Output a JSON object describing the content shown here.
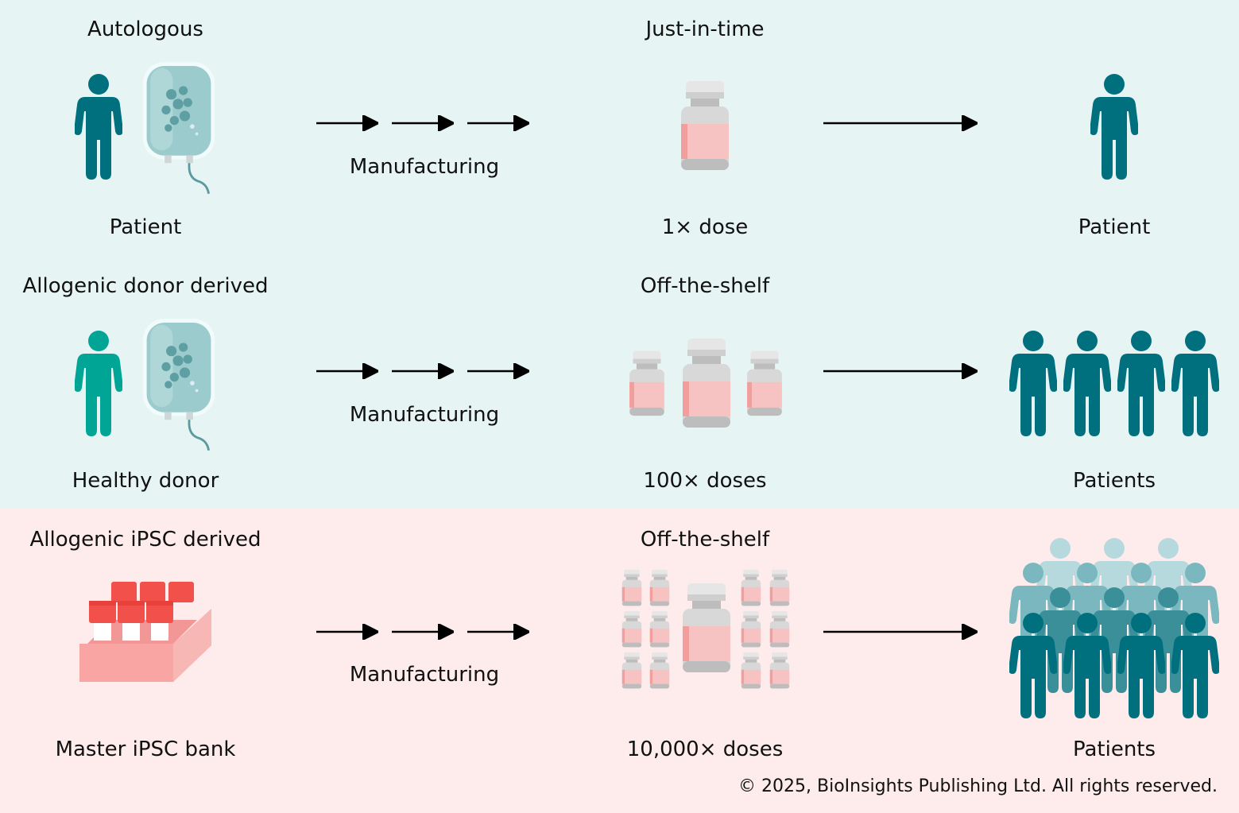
{
  "colors": {
    "band_top": "#e6f5f3",
    "band_bottom": "#fdeceb",
    "patient_teal": "#006f7e",
    "donor_green": "#00a596",
    "vial_pink": "#f7c3c2",
    "ipsc_red": "#f2504a"
  },
  "rows": [
    {
      "source_heading": "Autologous",
      "source_label": "Patient",
      "process_label": "Manufacturing",
      "product_heading": "Just-in-time",
      "product_label": "1× dose",
      "recipient_label": "Patient"
    },
    {
      "source_heading": "Allogenic donor derived",
      "source_label": "Healthy donor",
      "process_label": "Manufacturing",
      "product_heading": "Off-the-shelf",
      "product_label": "100× doses",
      "recipient_label": "Patients"
    },
    {
      "source_heading": "Allogenic iPSC derived",
      "source_label": "Master iPSC bank",
      "process_label": "Manufacturing",
      "product_heading": "Off-the-shelf",
      "product_label": "10,000× doses",
      "recipient_label": "Patients"
    }
  ],
  "icons": {
    "patient": "person-icon",
    "donor": "person-icon",
    "cell_bag": "infusion-bag-icon",
    "dose": "vial-icon",
    "ipsc_bank": "vial-rack-icon",
    "flow": "arrow-right-icon",
    "crowd": "people-crowd-icon"
  },
  "footer": {
    "copyright": "© 2025, BioInsights Publishing Ltd. All rights reserved."
  }
}
